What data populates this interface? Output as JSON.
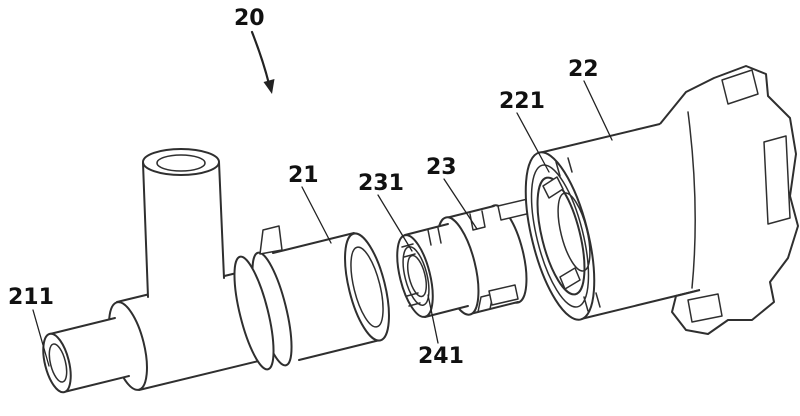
{
  "figure": {
    "type": "patent-exploded-view-line-drawing",
    "colors": {
      "line": "#2f2f2f",
      "label": "#111111",
      "leader": "#222222",
      "background": "#ffffff"
    },
    "labels": {
      "l20": "20",
      "l21": "21",
      "l211": "211",
      "l22": "22",
      "l221": "221",
      "l23": "23",
      "l231": "231",
      "l241": "241"
    }
  }
}
